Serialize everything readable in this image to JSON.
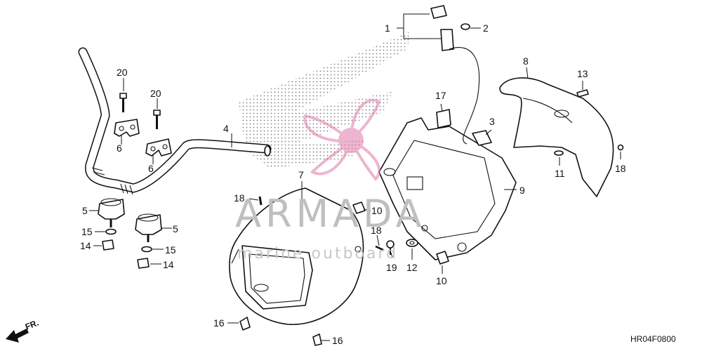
{
  "diagram": {
    "labels": {
      "p1": "1",
      "p2": "2",
      "p3": "3",
      "p4": "4",
      "p5a": "5",
      "p5b": "5",
      "p6a": "6",
      "p6b": "6",
      "p7": "7",
      "p8": "8",
      "p9": "9",
      "p10a": "10",
      "p10b": "10",
      "p11": "11",
      "p12": "12",
      "p13": "13",
      "p14a": "14",
      "p14b": "14",
      "p15a": "15",
      "p15b": "15",
      "p16a": "16",
      "p16b": "16",
      "p17": "17",
      "p18a": "18",
      "p18b": "18",
      "p18c": "18",
      "p19": "19",
      "p20a": "20",
      "p20b": "20"
    },
    "direction_label": "FR.",
    "diagram_code": "HR04F0800",
    "watermark": {
      "brand": "ARMADA",
      "tagline": "marine outboard"
    },
    "colors": {
      "logo_pink": "#e07aa8",
      "watermark_gray": "#bfbfbf",
      "ink": "#111111"
    }
  }
}
